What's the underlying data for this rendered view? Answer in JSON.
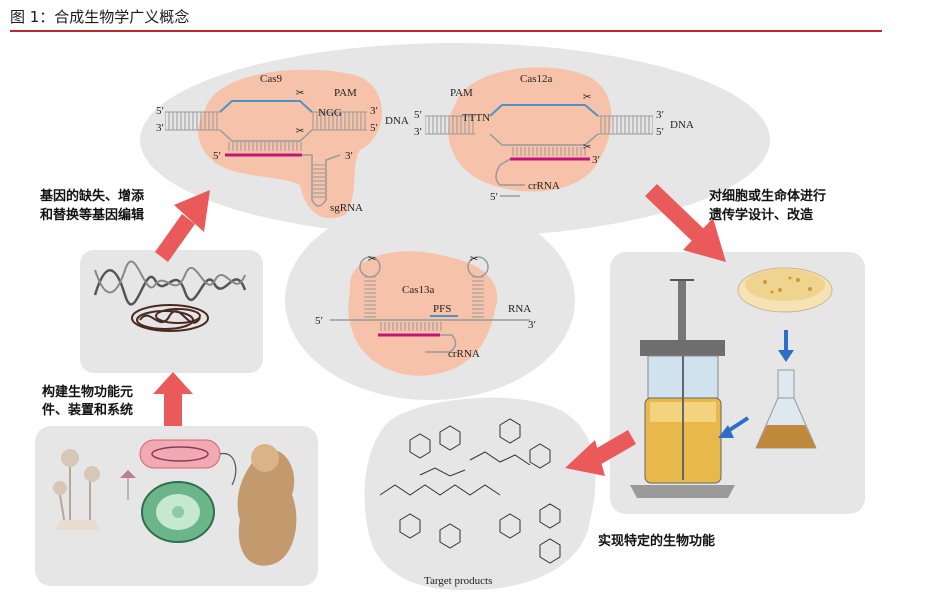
{
  "figure": {
    "title": "图 1：合成生物学广义概念"
  },
  "steps": {
    "build": {
      "line1": "构建生物功能元",
      "line2": "件、装置和系统"
    },
    "edit": {
      "line1": "基因的缺失、增添",
      "line2": "和替换等基因编辑"
    },
    "design": {
      "line1": "对细胞或生命体进行",
      "line2": "遗传学设计、改造"
    },
    "function": {
      "text": "实现特定的生物功能"
    }
  },
  "cas9": {
    "name": "Cas9",
    "pam": "PAM",
    "pam_seq": "NGG",
    "dna": "DNA",
    "guide": "sgRNA",
    "p5": "5′",
    "p3": "3′"
  },
  "cas12a": {
    "name": "Cas12a",
    "pam": "PAM",
    "pam_seq": "TTTN",
    "dna": "DNA",
    "guide": "crRNA"
  },
  "cas13a": {
    "name": "Cas13a",
    "pfs": "PFS",
    "rna": "RNA",
    "guide": "crRNA"
  },
  "products": {
    "label": "Target products"
  },
  "colors": {
    "accent_red": "#c0262d",
    "arrow_red": "#ea5a5a",
    "panel_gray": "#e6e6e6",
    "enzyme_salmon": "#f6c3aa",
    "arrow_blue": "#2f6ec6",
    "guide_magenta": "#c0157a"
  }
}
